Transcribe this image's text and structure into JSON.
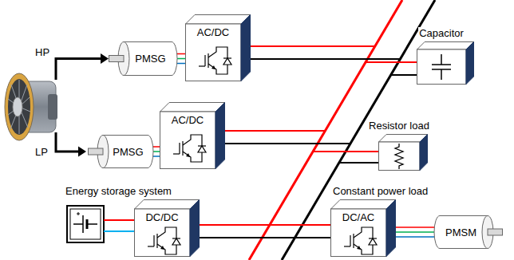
{
  "diagram": {
    "nodes": [
      {
        "text": [
          "PMSG"
        ]
      },
      {
        "text": [
          "AC/DC"
        ]
      },
      {
        "text": [
          "Capacitor"
        ]
      },
      {
        "text": [
          "PMSG"
        ]
      },
      {
        "text": [
          "AC/DC"
        ]
      },
      {
        "text": [
          "Resistor load"
        ]
      },
      {
        "text": [
          "DC/DC"
        ]
      },
      {
        "text": [
          "Constant power load",
          "DC/AC"
        ]
      },
      {
        "text": [
          "PMSM"
        ]
      }
    ],
    "edges": [
      {
        "from": 0,
        "to": 1,
        "arrow": "none"
      },
      {
        "from": 3,
        "to": 4,
        "arrow": "none"
      },
      {
        "from": 6,
        "to": 7,
        "arrow": "none"
      },
      {
        "from": 7,
        "to": 8,
        "arrow": "none"
      }
    ],
    "labels": [
      "HP",
      "LP",
      "Energy storage system"
    ]
  }
}
